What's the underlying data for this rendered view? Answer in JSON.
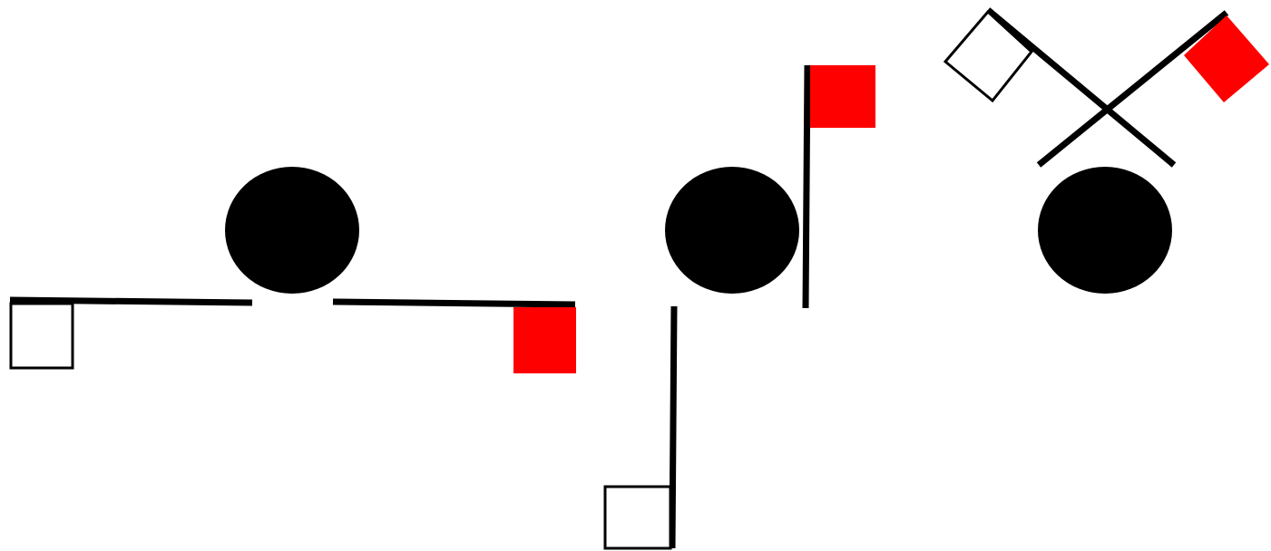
{
  "colors": {
    "background": "#ffffff",
    "ink": "#000000",
    "flag_red": "#ff0000",
    "flag_white": "#ffffff"
  },
  "figures": [
    {
      "name": "figure-arms-horizontal"
    },
    {
      "name": "figure-arms-vertical"
    },
    {
      "name": "figure-arms-crossed-overhead"
    }
  ]
}
